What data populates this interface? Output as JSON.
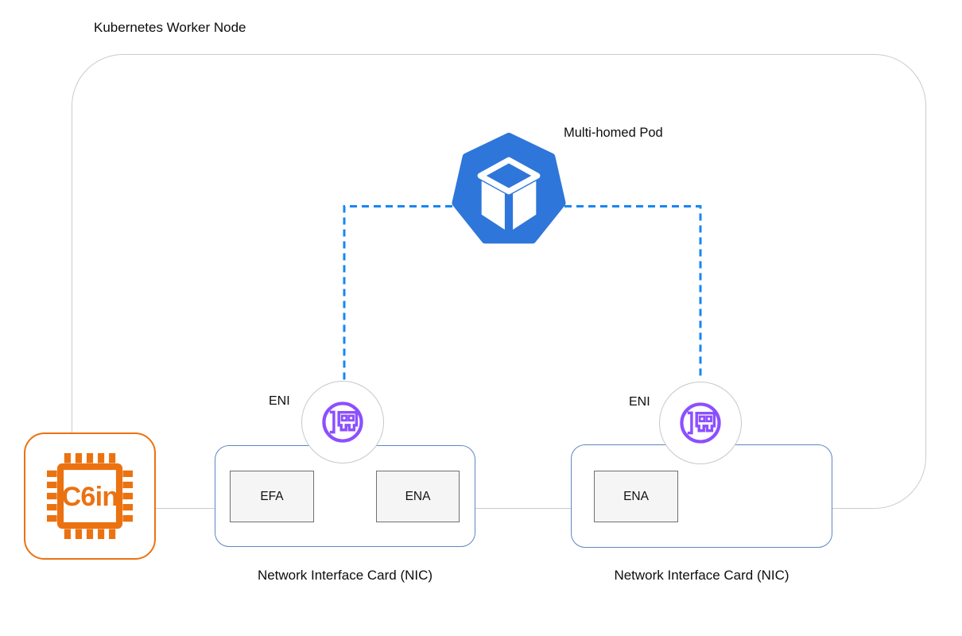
{
  "diagram": {
    "node_title": "Kubernetes Worker Node",
    "pod_label": "Multi-homed Pod",
    "eni_label": "ENI",
    "instance_label": "C6in",
    "nic_left": {
      "label": "Network Interface Card (NIC)",
      "adapters": [
        "EFA",
        "ENA"
      ]
    },
    "nic_right": {
      "label": "Network Interface Card (NIC)",
      "adapters": [
        "ENA"
      ]
    },
    "icons": [
      "kubernetes-pod-icon",
      "eni-network-card-icon",
      "eni-network-card-icon",
      "c6in-instance-chip-icon"
    ],
    "colors": {
      "node_border_gray": "#cbcbcb",
      "pod_blue": "#2e76da",
      "link_dash_blue": "#1787f2",
      "eni_purple": "#8c4fff",
      "eni_circle_border": "#c8c8c8",
      "nic_border_blue": "#5f87c1",
      "adapter_fill": "#f5f5f5",
      "adapter_border": "#707070",
      "instance_orange": "#eb7211",
      "text_black": "#0d0d0d"
    }
  }
}
